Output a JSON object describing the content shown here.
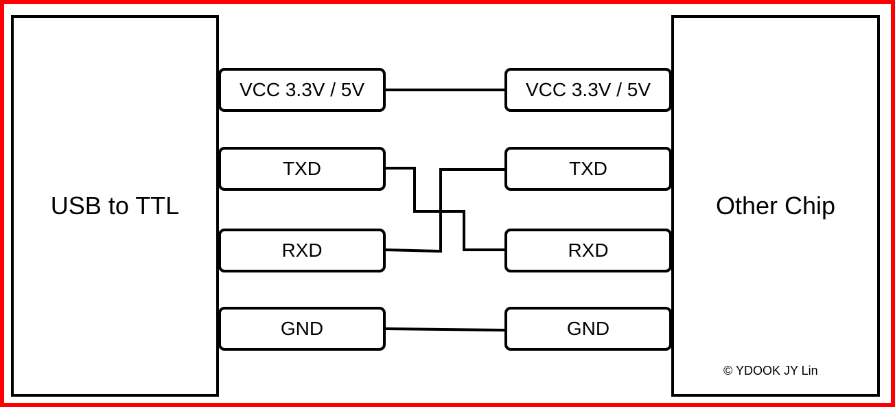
{
  "left_device": {
    "label": "USB to TTL",
    "pins": {
      "vcc": "VCC 3.3V / 5V",
      "txd": "TXD",
      "rxd": "RXD",
      "gnd": "GND"
    }
  },
  "right_device": {
    "label": "Other Chip",
    "pins": {
      "vcc": "VCC 3.3V / 5V",
      "txd": "TXD",
      "rxd": "RXD",
      "gnd": "GND"
    },
    "copyright": "© YDOOK JY Lin"
  },
  "colors": {
    "frame": "#ff0000",
    "stroke": "#000000",
    "background": "#ffffff"
  }
}
